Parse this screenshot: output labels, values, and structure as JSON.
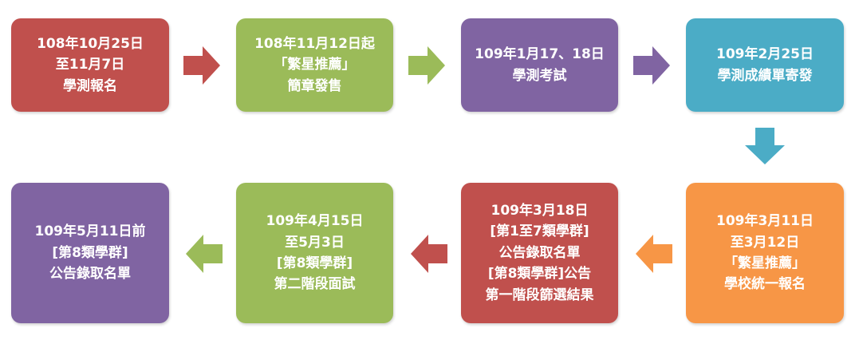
{
  "colors": {
    "red": "#c0504d",
    "green": "#9bbb59",
    "purple": "#8064a2",
    "teal": "#4bacc6",
    "orange": "#f79646"
  },
  "steps": [
    {
      "lines": [
        "108年10月25日",
        "至11月7日",
        "學測報名"
      ],
      "color": "red"
    },
    {
      "lines": [
        "108年11月12日起",
        "「繁星推薦」",
        "簡章發售"
      ],
      "color": "green"
    },
    {
      "lines": [
        "109年1月17、18日",
        "學測考試"
      ],
      "color": "purple"
    },
    {
      "lines": [
        "109年2月25日",
        "學測成績單寄發"
      ],
      "color": "teal"
    },
    {
      "lines": [
        "109年3月11日",
        "至3月12日",
        "「繁星推薦」",
        "學校統一報名"
      ],
      "color": "orange"
    },
    {
      "lines": [
        "109年3月18日",
        "[第1至7類學群]",
        "公告錄取名單",
        "[第8類學群]公告",
        "第一階段篩選結果"
      ],
      "color": "red"
    },
    {
      "lines": [
        "109年4月15日",
        "至5月3日",
        "[第8類學群]",
        "第二階段面試"
      ],
      "color": "green"
    },
    {
      "lines": [
        "109年5月11日前",
        "[第8類學群]",
        "公告錄取名單"
      ],
      "color": "purple"
    }
  ],
  "arrows": [
    {
      "direction": "right",
      "color": "red"
    },
    {
      "direction": "right",
      "color": "green"
    },
    {
      "direction": "right",
      "color": "purple"
    },
    {
      "direction": "down",
      "color": "teal"
    },
    {
      "direction": "left",
      "color": "orange"
    },
    {
      "direction": "left",
      "color": "red"
    },
    {
      "direction": "left",
      "color": "green"
    }
  ]
}
